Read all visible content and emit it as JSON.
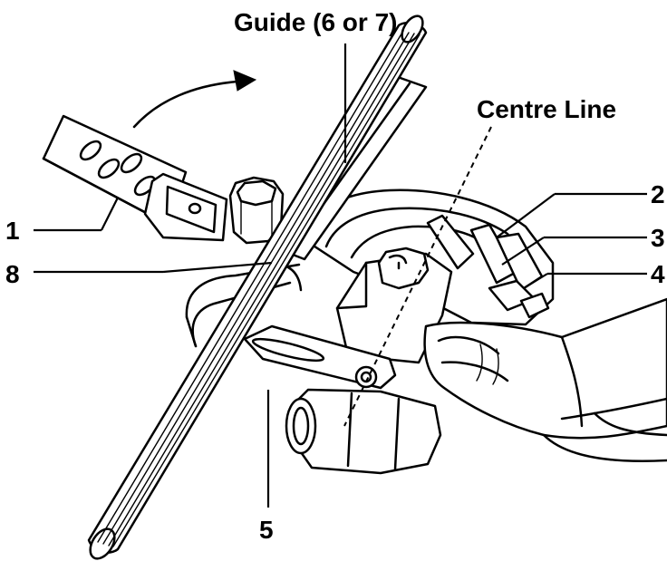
{
  "labels": {
    "guide": "Guide (6 or 7)",
    "centre_line": "Centre Line",
    "l1": "1",
    "l2": "2",
    "l3": "3",
    "l4": "4",
    "l5": "5",
    "l8": "8"
  }
}
